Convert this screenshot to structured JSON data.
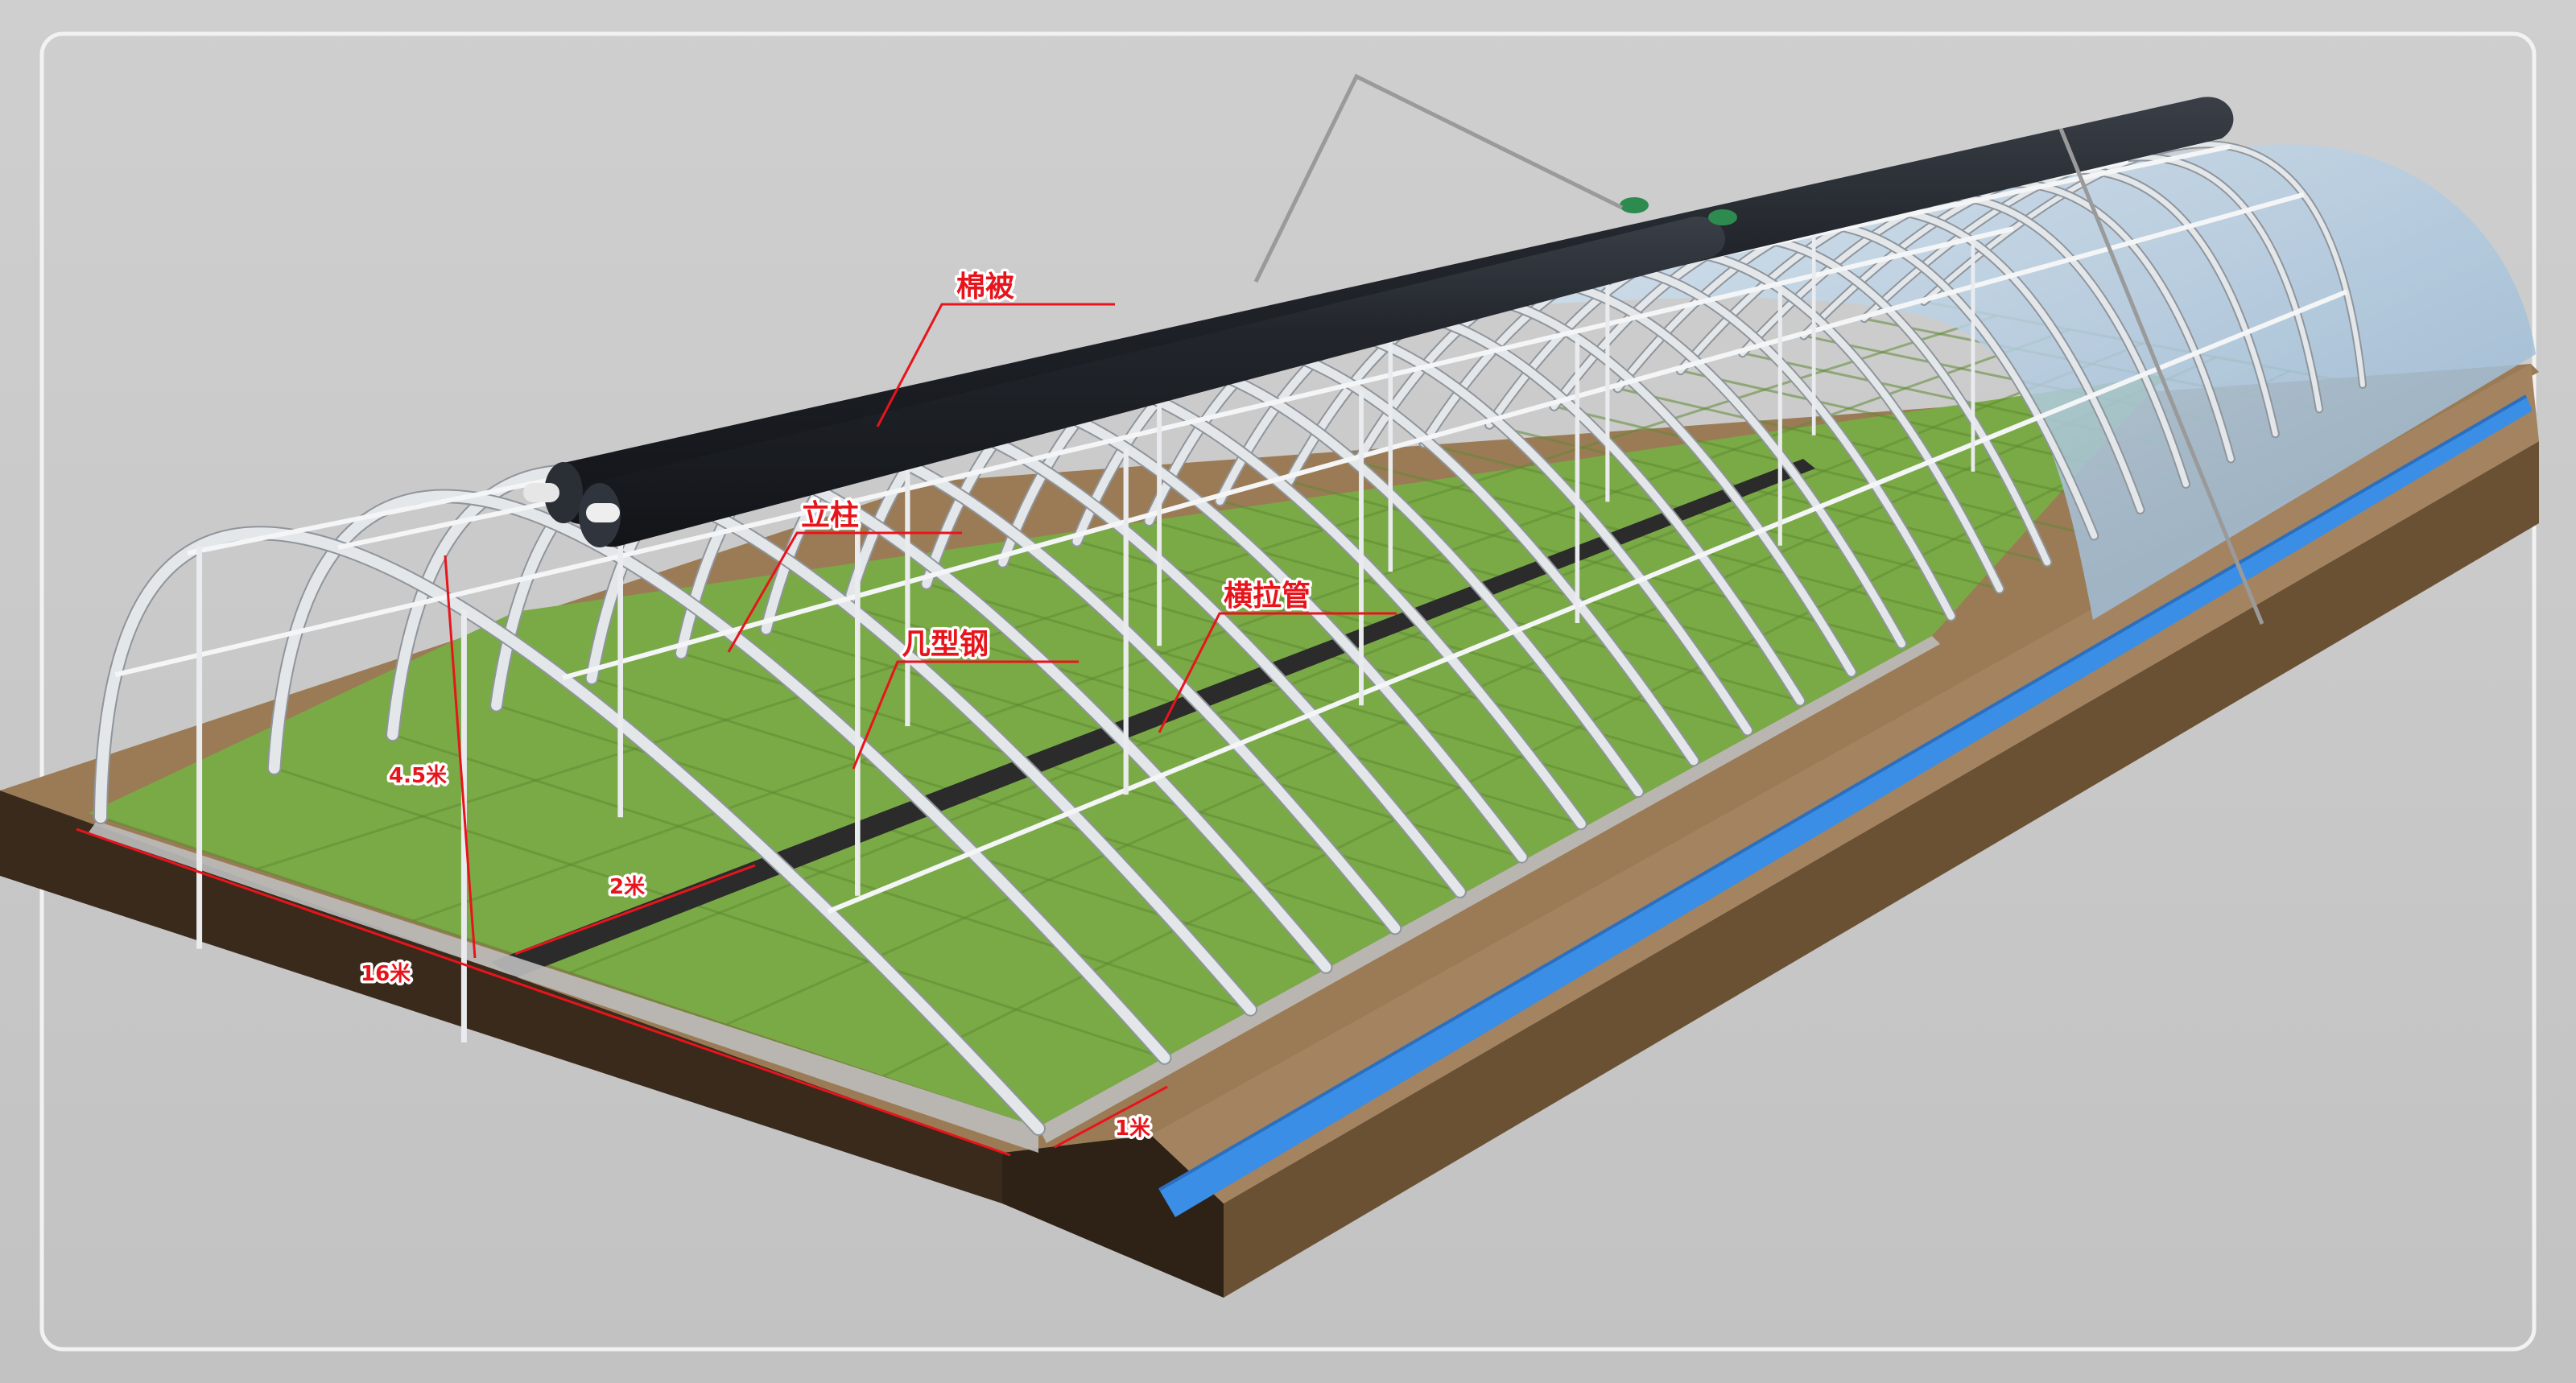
{
  "labels": {
    "cotton_quilt": "棉被",
    "upright_column": "立柱",
    "ji_steel": "几型钢",
    "cross_tube": "横拉管"
  },
  "dimensions": {
    "height": "4.5米",
    "column_spacing": "2米",
    "span": "16米",
    "border": "1米"
  },
  "colors": {
    "label_red": "#e8141c",
    "grass_green": "#7aaa45",
    "soil_brown": "#9b7b55",
    "soil_dark": "#3a2a1c",
    "gutter_blue": "#3a8ee6",
    "quilt_black": "#1c1f24",
    "frame_silver": "#dcdfe3",
    "film_blue": "#b3cde3"
  }
}
